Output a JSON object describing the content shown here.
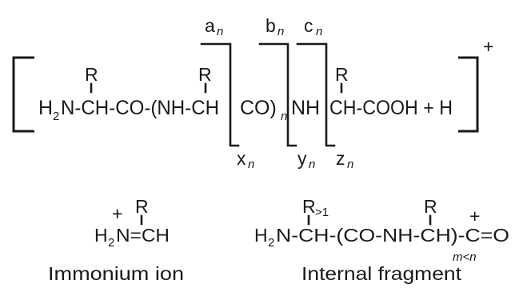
{
  "main_formula": {
    "r_top_1": "R",
    "r_top_2": "R",
    "r_top_3": "R",
    "h2n": "H",
    "h2n_sub": "2",
    "h2n_tail": "N-CH-CO-(NH-CH",
    "co_n": "CO)",
    "co_n_sub": "n",
    "nh": "NH",
    "tail": "CH-COOH + H",
    "charge": "+"
  },
  "cleavage_labels": {
    "a": "a",
    "b": "b",
    "c": "c",
    "x": "x",
    "y": "y",
    "z": "z",
    "n": "n"
  },
  "immonium": {
    "charge": "+",
    "r": "R",
    "formula_h": "H",
    "formula_sub": "2",
    "formula_tail": "N=CH",
    "caption": "Immonium ion"
  },
  "internal": {
    "r1": "R",
    "r1_sub": ">1",
    "r2": "R",
    "charge": "+",
    "formula_h": "H",
    "formula_sub": "2",
    "formula_tail": "N-CH-(CO-NH-CH)-C=O",
    "m_lt_n": "m<n",
    "caption": "Internal fragment"
  }
}
